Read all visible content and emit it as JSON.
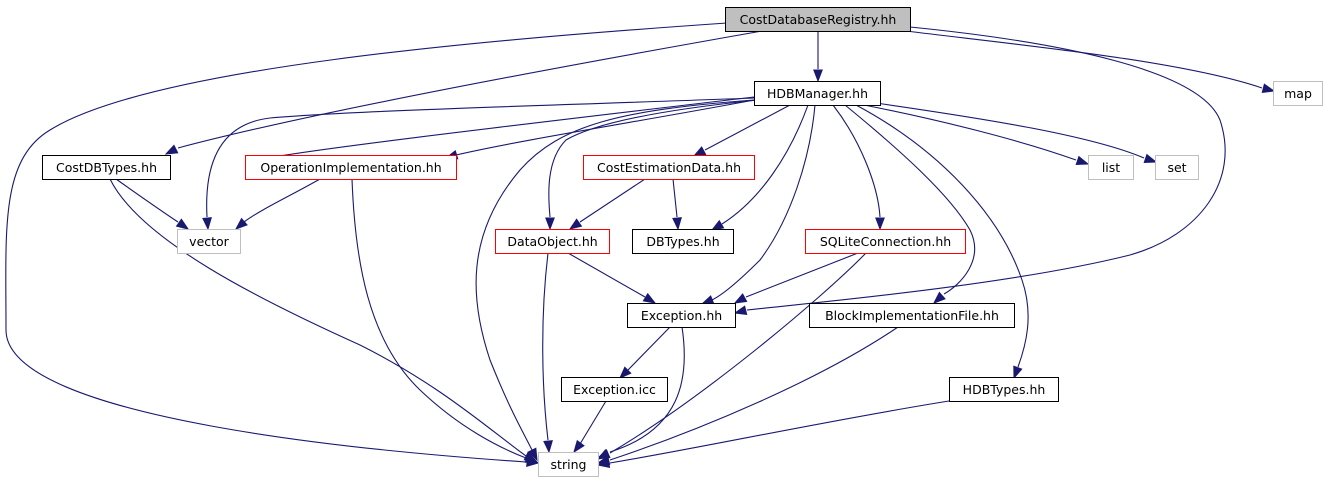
{
  "nodes": [
    {
      "id": "root",
      "label": "CostDatabaseRegistry.hh",
      "style": "root"
    },
    {
      "id": "hdbmanager",
      "label": "HDBManager.hh",
      "style": "doc"
    },
    {
      "id": "map",
      "label": "map",
      "style": "ext"
    },
    {
      "id": "costdbtypes",
      "label": "CostDBTypes.hh",
      "style": "doc"
    },
    {
      "id": "opimpl",
      "label": "OperationImplementation.hh",
      "style": "red"
    },
    {
      "id": "costest",
      "label": "CostEstimationData.hh",
      "style": "red"
    },
    {
      "id": "list",
      "label": "list",
      "style": "ext"
    },
    {
      "id": "set",
      "label": "set",
      "style": "ext"
    },
    {
      "id": "vector",
      "label": "vector",
      "style": "ext"
    },
    {
      "id": "dataobject",
      "label": "DataObject.hh",
      "style": "red"
    },
    {
      "id": "dbtypes",
      "label": "DBTypes.hh",
      "style": "doc"
    },
    {
      "id": "sqlite",
      "label": "SQLiteConnection.hh",
      "style": "red"
    },
    {
      "id": "exception",
      "label": "Exception.hh",
      "style": "doc"
    },
    {
      "id": "blockimpl",
      "label": "BlockImplementationFile.hh",
      "style": "doc"
    },
    {
      "id": "exceptionicc",
      "label": "Exception.icc",
      "style": "doc"
    },
    {
      "id": "hdbtypes",
      "label": "HDBTypes.hh",
      "style": "doc"
    },
    {
      "id": "string",
      "label": "string",
      "style": "ext"
    }
  ],
  "edges": [
    [
      "root",
      "hdbmanager"
    ],
    [
      "root",
      "map"
    ],
    [
      "root",
      "costdbtypes"
    ],
    [
      "root",
      "string"
    ],
    [
      "root",
      "exception"
    ],
    [
      "hdbmanager",
      "costdbtypes"
    ],
    [
      "hdbmanager",
      "opimpl"
    ],
    [
      "hdbmanager",
      "costest"
    ],
    [
      "hdbmanager",
      "list"
    ],
    [
      "hdbmanager",
      "set"
    ],
    [
      "hdbmanager",
      "vector"
    ],
    [
      "hdbmanager",
      "dataobject"
    ],
    [
      "hdbmanager",
      "dbtypes"
    ],
    [
      "hdbmanager",
      "sqlite"
    ],
    [
      "hdbmanager",
      "exception"
    ],
    [
      "hdbmanager",
      "blockimpl"
    ],
    [
      "hdbmanager",
      "hdbtypes"
    ],
    [
      "hdbmanager",
      "string"
    ],
    [
      "costdbtypes",
      "vector"
    ],
    [
      "costdbtypes",
      "string"
    ],
    [
      "opimpl",
      "vector"
    ],
    [
      "opimpl",
      "string"
    ],
    [
      "costest",
      "dataobject"
    ],
    [
      "costest",
      "dbtypes"
    ],
    [
      "dataobject",
      "exception"
    ],
    [
      "dataobject",
      "string"
    ],
    [
      "sqlite",
      "exception"
    ],
    [
      "sqlite",
      "string"
    ],
    [
      "exception",
      "exceptionicc"
    ],
    [
      "exception",
      "string"
    ],
    [
      "exceptionicc",
      "string"
    ],
    [
      "blockimpl",
      "string"
    ],
    [
      "hdbtypes",
      "string"
    ]
  ]
}
